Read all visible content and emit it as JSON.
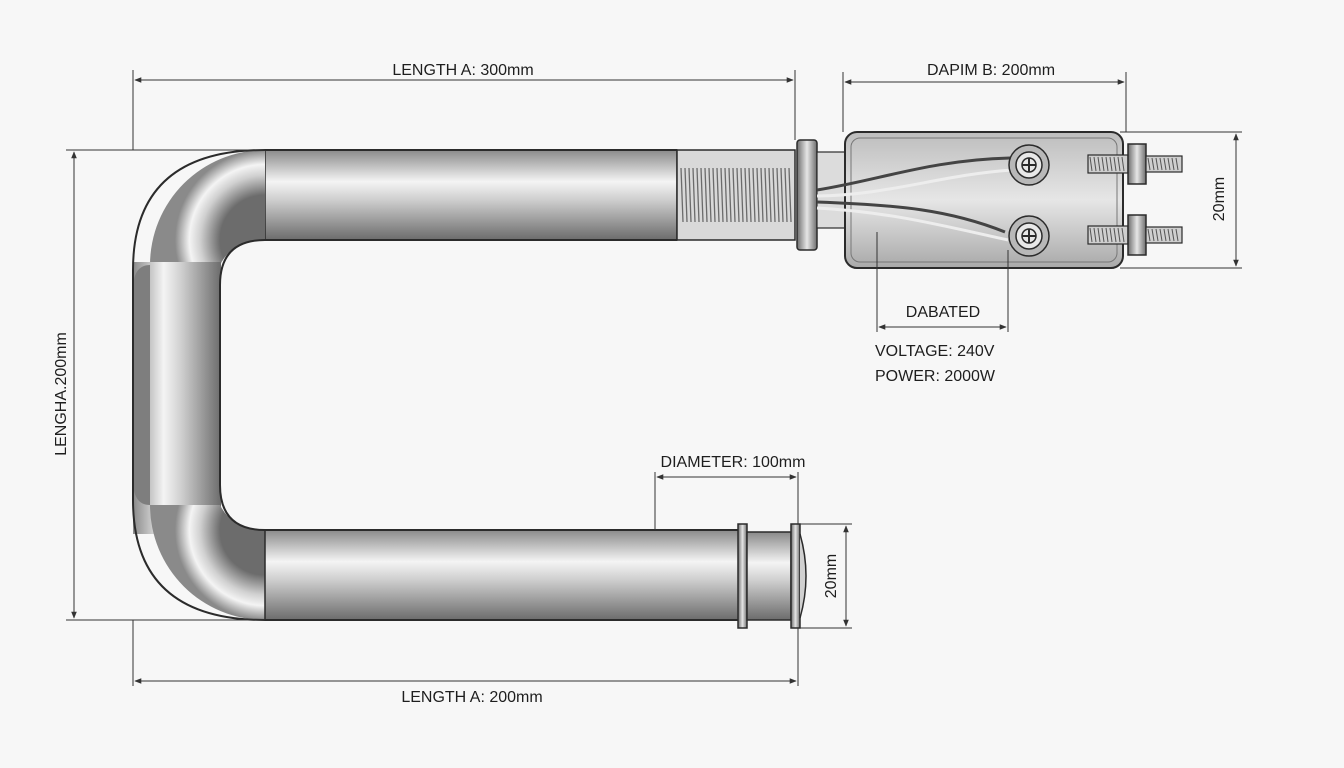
{
  "labels": {
    "length_top": "LENGTH A: 300mm",
    "depth_box": "DAPIM B: 200mm",
    "height_box": "20mm",
    "dabated": "DABATED",
    "voltage": "VOLTAGE: 240V",
    "power": "POWER: 2000W",
    "length_left": "LENGHA.200mm",
    "diameter": "DIAMETER: 100mm",
    "end_height": "20mm",
    "length_bottom": "LENGTH A: 200mm"
  },
  "colors": {
    "background": "#f7f7f7",
    "outline": "#2b2b2b",
    "dimension_line": "#333333",
    "metal_dark": "#7c7c7c",
    "metal_light": "#ffffff",
    "box_fill": "#d3d3d3"
  }
}
